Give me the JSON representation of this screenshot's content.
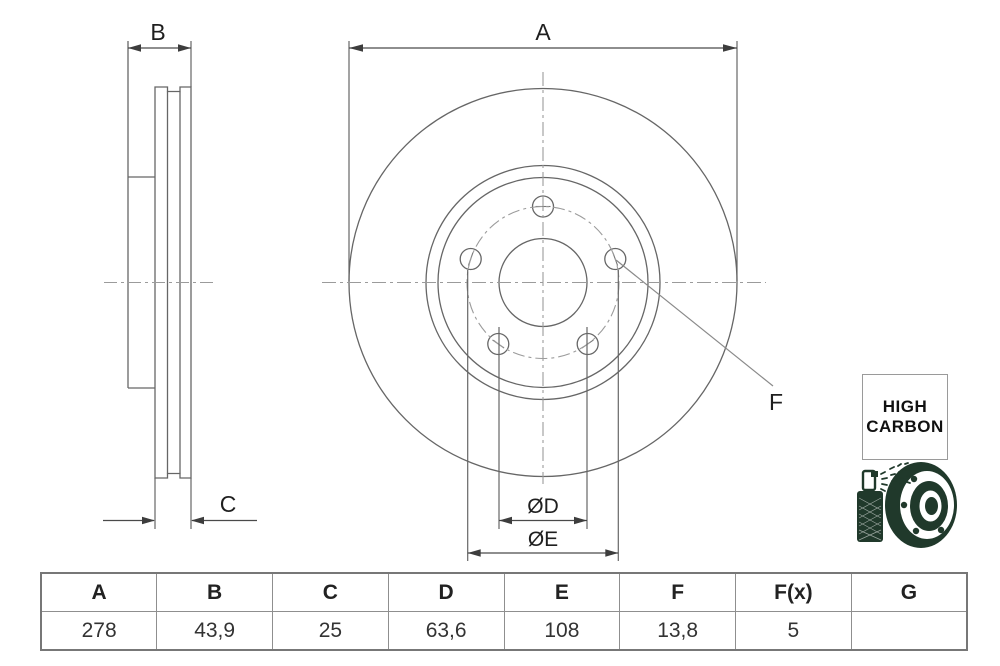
{
  "drawing": {
    "title": "brake-disc-technical-drawing",
    "dim_labels": {
      "A": "A",
      "B": "B",
      "C": "C",
      "D": "ØD",
      "E": "ØE",
      "F": "F"
    }
  },
  "badge": {
    "line1": "HIGH",
    "line2": "CARBON"
  },
  "icons": [
    {
      "name": "spray-can-icon"
    },
    {
      "name": "coated-brake-disc-icon"
    }
  ],
  "table": {
    "headers": [
      "A",
      "B",
      "C",
      "D",
      "E",
      "F",
      "F(x)",
      "G"
    ],
    "values": [
      "278",
      "43,9",
      "25",
      "63,6",
      "108",
      "13,8",
      "5",
      ""
    ]
  },
  "colors": {
    "line": "#666666",
    "centerline": "#9b9b9b",
    "text": "#1f1f1f",
    "icon_green": "#20392b",
    "table_border": "#8f8f8f"
  }
}
